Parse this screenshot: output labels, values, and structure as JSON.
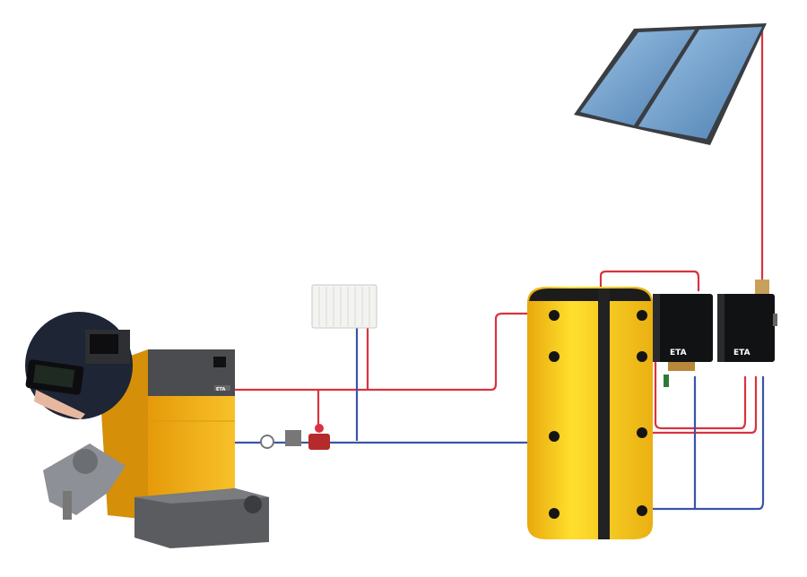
{
  "diagram": {
    "brand_logo": "ETA",
    "colors": {
      "supply_pipe": "#d9333f",
      "return_pipe": "#3b54a8",
      "tank_yellow": "#f6c51a",
      "boiler_yellow": "#f2b316",
      "boiler_gray": "#4a4c50",
      "module_black": "#111214",
      "solar_blue": "#6f9dc8"
    },
    "components": [
      "solar-collector",
      "buffer-tank",
      "solar-station",
      "fresh-water-module",
      "radiator",
      "boiler",
      "pellet-feeder",
      "burner",
      "touch-display-inset",
      "pump-group"
    ]
  }
}
